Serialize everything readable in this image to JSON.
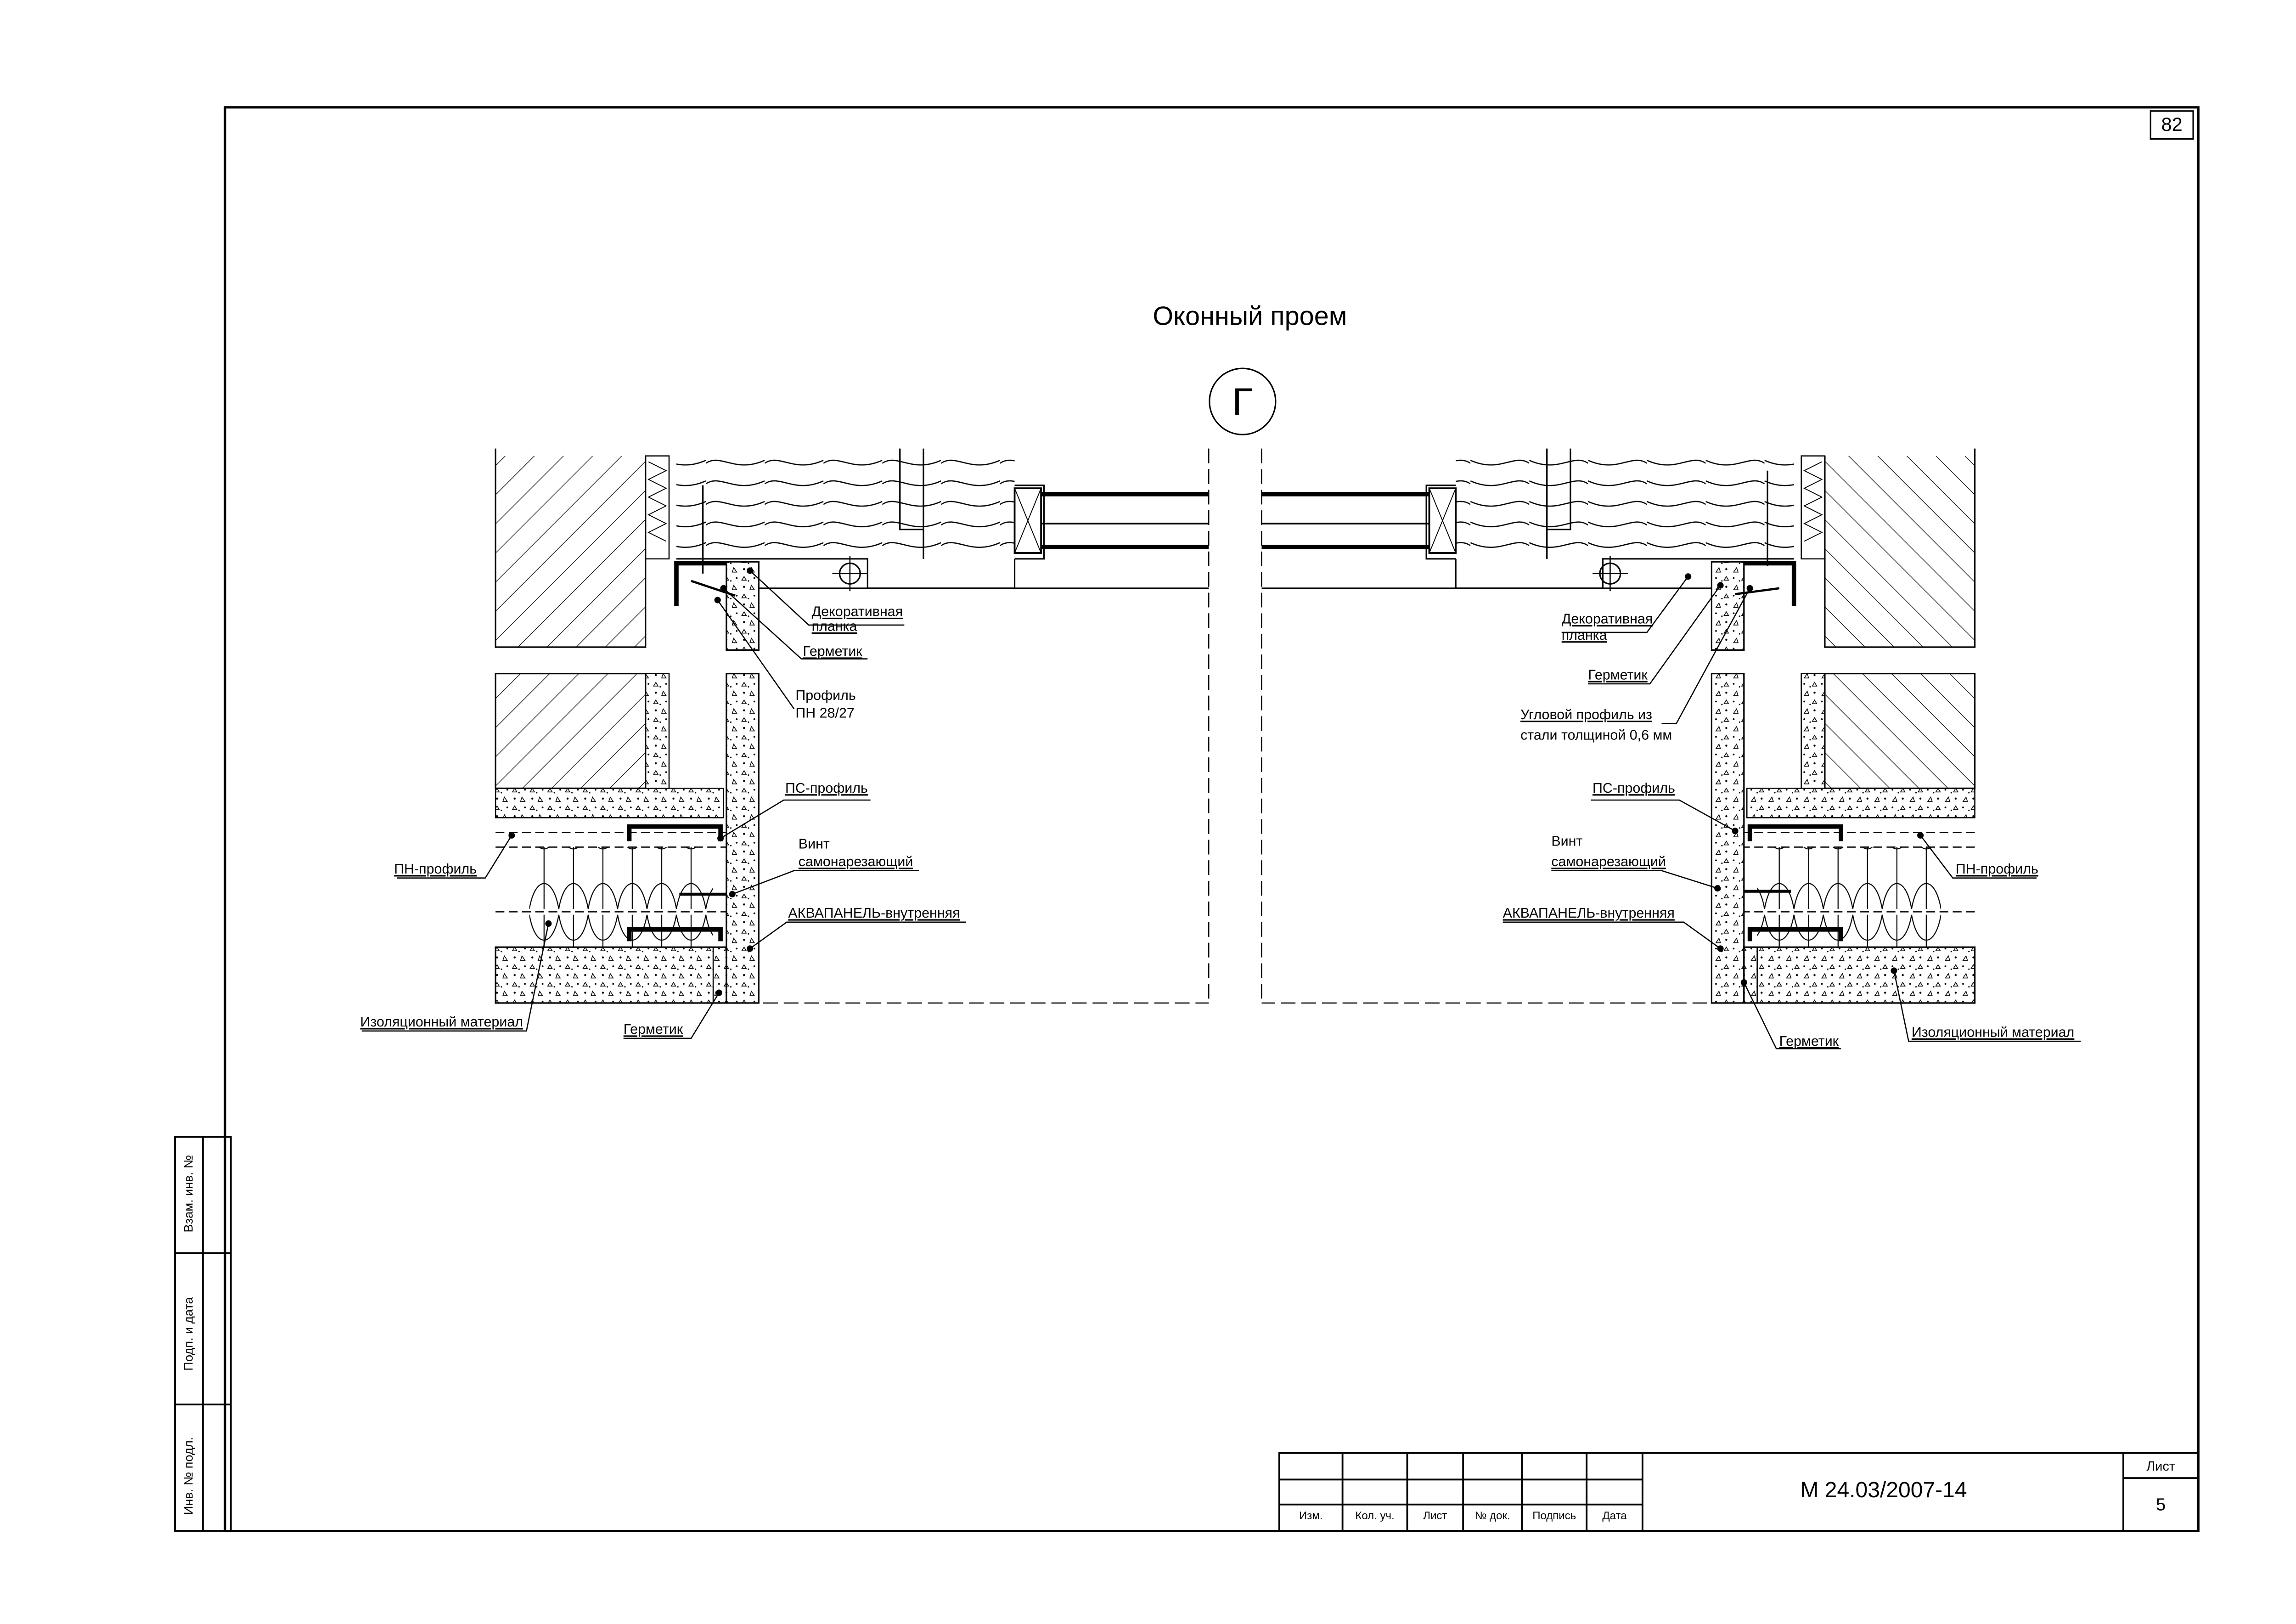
{
  "page_number": "82",
  "title": "Оконный проем",
  "section_marker": "Г",
  "labels": {
    "decor_strip_left": [
      "Декоративная",
      "планка"
    ],
    "sealant_left_top": "Герметик",
    "profile_pn": [
      "Профиль",
      "ПН 28/27"
    ],
    "ps_profile_left": "ПС-профиль",
    "screw_left": [
      "Винт",
      "самонарезающий"
    ],
    "aquapanel_left": "АКВАПАНЕЛЬ-внутренняя",
    "pn_profile_left": "ПН-профиль",
    "insulation_left": "Изоляционный материал",
    "sealant_left_bottom": "Герметик",
    "decor_strip_right": [
      "Декоративная",
      "планка"
    ],
    "sealant_right_top": "Герметик",
    "corner_profile": [
      "Угловой профиль из",
      "стали толщиной 0,6 мм"
    ],
    "ps_profile_right": "ПС-профиль",
    "screw_right": [
      "Винт",
      "самонарезающий"
    ],
    "aquapanel_right": "АКВАПАНЕЛЬ-внутренняя",
    "pn_profile_right": "ПН-профиль",
    "sealant_right_bottom": "Герметик",
    "insulation_right": "Изоляционный материал"
  },
  "left_stamp": {
    "replace_inv": "Взам. инв. №",
    "sign_date": "Подп. и дата",
    "inv_orig": "Инв. № подл."
  },
  "title_block": {
    "columns": [
      "Изм.",
      "Кол. уч.",
      "Лист",
      "№ док.",
      "Подпись",
      "Дата"
    ],
    "document_code": "М 24.03/2007-14",
    "sheet_label": "Лист",
    "sheet_number": "5"
  },
  "colors": {
    "ink": "#000000",
    "paper": "#ffffff"
  }
}
